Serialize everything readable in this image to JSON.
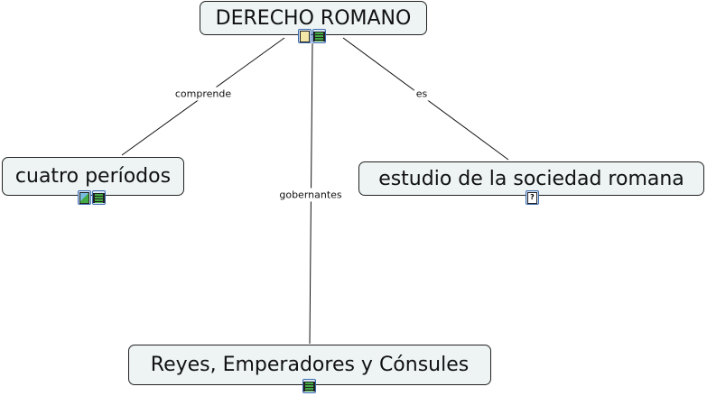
{
  "nodes": {
    "root": "DERECHO ROMANO",
    "periods": "cuatro períodos",
    "study": "estudio de la sociedad romana",
    "rulers": "Reyes, Emperadores y Cónsules"
  },
  "links": {
    "comprende": "comprende",
    "gobernantes": "gobernantes",
    "es": "es"
  },
  "icons": {
    "root": [
      "concept-map-icon",
      "video-icon"
    ],
    "periods": [
      "image-icon",
      "video-icon"
    ],
    "study": [
      "unknown-document-icon"
    ],
    "rulers": [
      "video-icon"
    ]
  },
  "doc_glyph": "?"
}
